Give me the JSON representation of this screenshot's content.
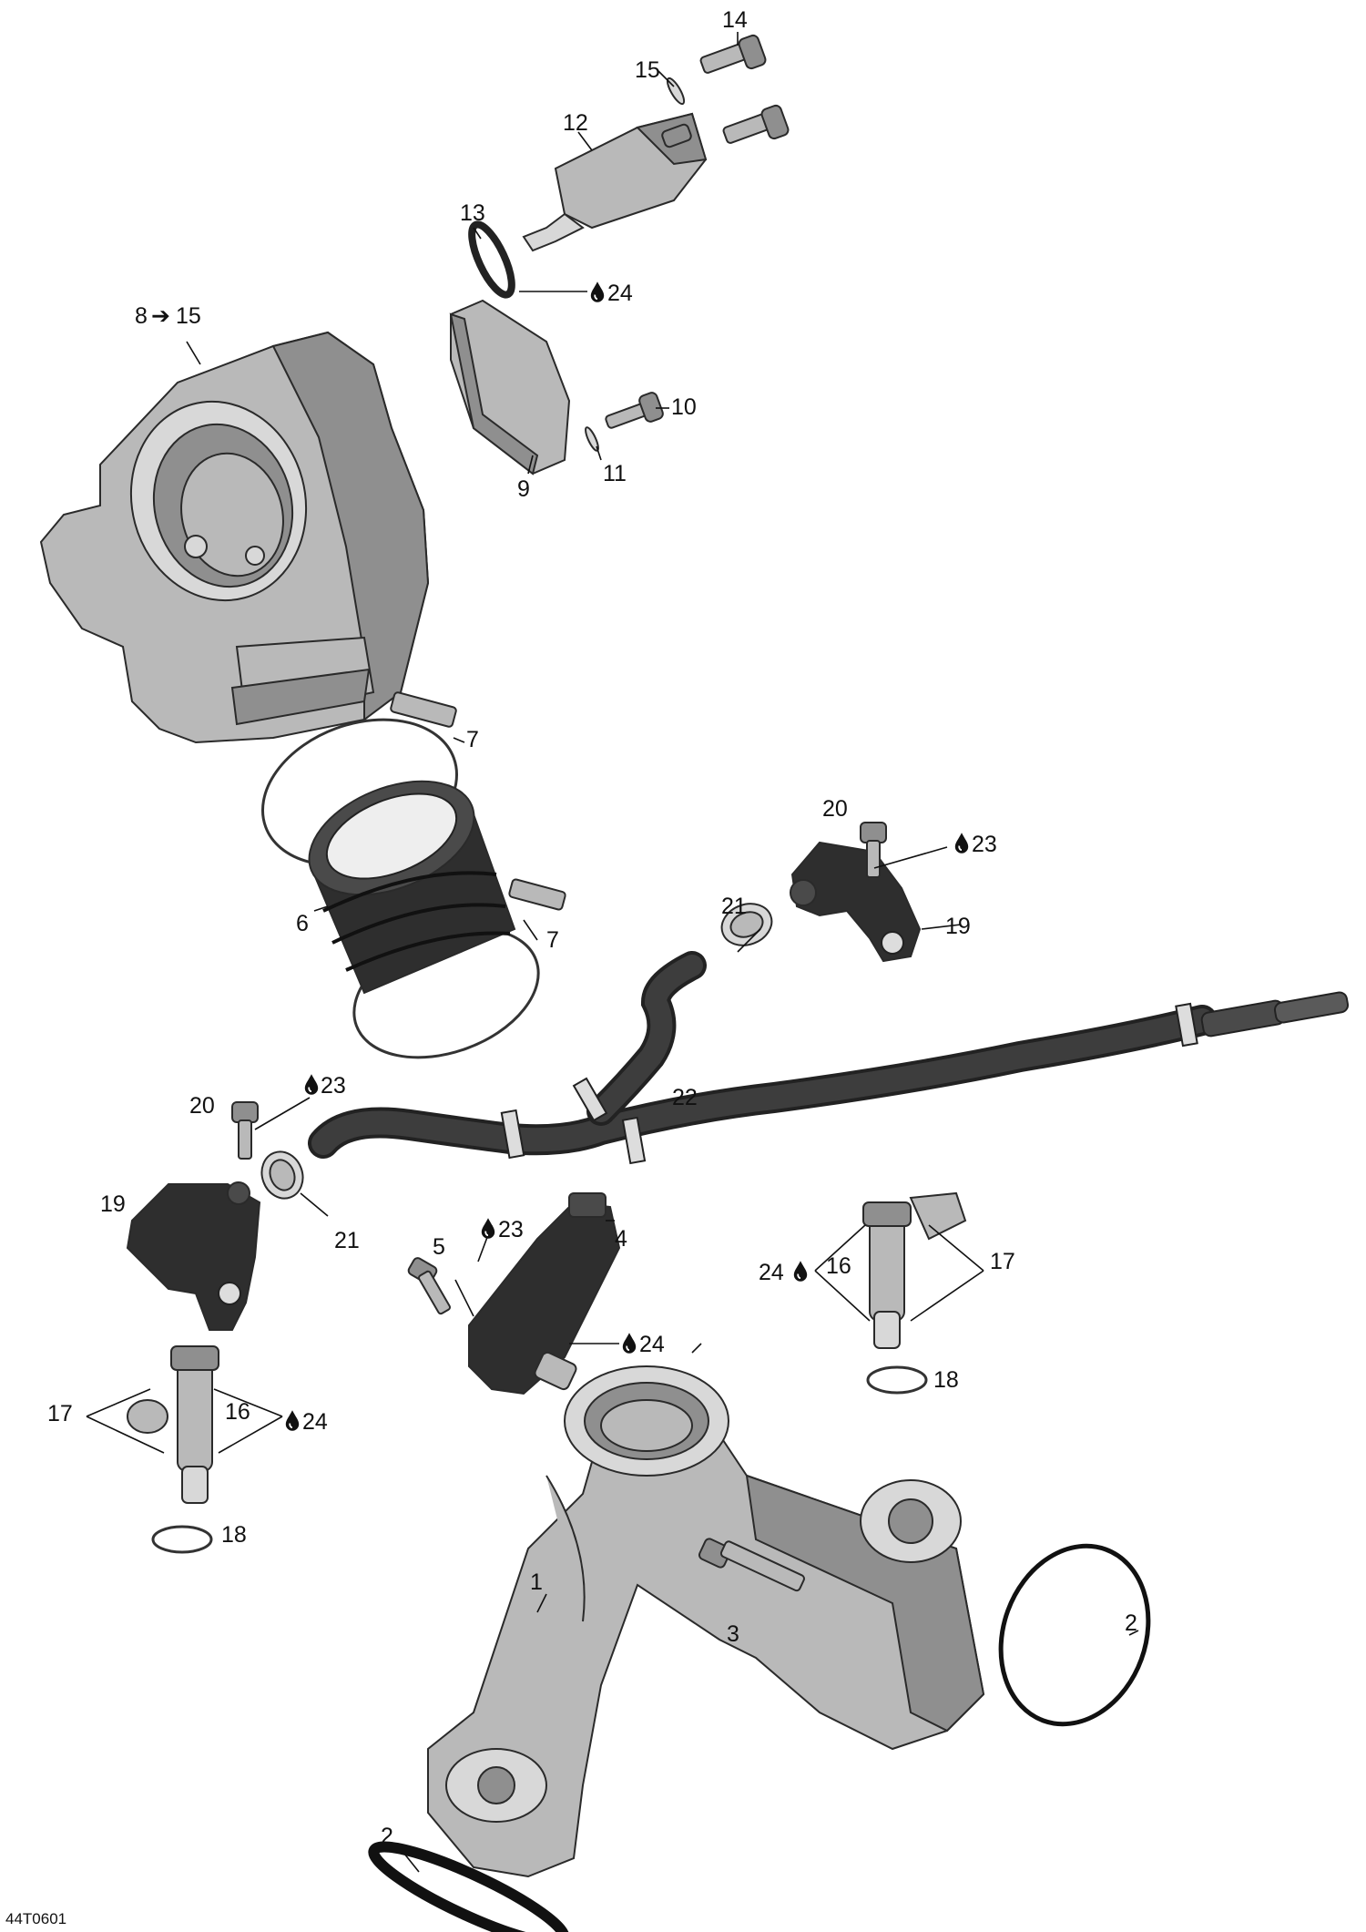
{
  "diagram": {
    "figure_code": "44T0601",
    "callouts": {
      "c1": "1",
      "c2a": "2",
      "c2b": "2",
      "c3": "3",
      "c4": "4",
      "c5": "5",
      "c6": "6",
      "c7a": "7",
      "c7b": "7",
      "c8": "8",
      "c8_range_end": "15",
      "c9": "9",
      "c10": "10",
      "c11": "11",
      "c12": "12",
      "c13": "13",
      "c14": "14",
      "c15": "15",
      "c16a": "16",
      "c16b": "16",
      "c17a": "17",
      "c17b": "17",
      "c18a": "18",
      "c18b": "18",
      "c19a": "19",
      "c19b": "19",
      "c20a": "20",
      "c20b": "20",
      "c21a": "21",
      "c21b": "21",
      "c22": "22",
      "c23a": "23",
      "c23b": "23",
      "c23c": "23",
      "c24a": "24",
      "c24b": "24",
      "c24c": "24",
      "c24d": "24"
    },
    "icons": {
      "lubricant": "oil-drop-icon",
      "range_arrow": "arrow-right-icon"
    },
    "colors": {
      "line": "#111111",
      "metal": "#b9b9b9",
      "rubber": "#2e2e2e"
    }
  }
}
